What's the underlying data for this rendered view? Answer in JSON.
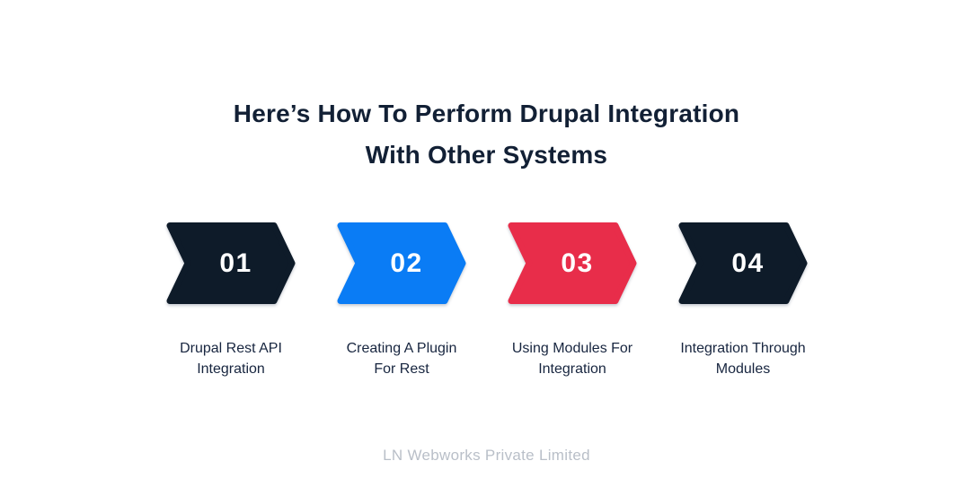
{
  "page": {
    "background_color": "#ffffff"
  },
  "title": {
    "line1": "Here’s How To Perform Drupal Integration",
    "line2": "With Other Systems",
    "color": "#122035"
  },
  "steps": [
    {
      "number": "01",
      "label_line1": "Drupal Rest API",
      "label_line2": "Integration",
      "color": "#0e1b29"
    },
    {
      "number": "02",
      "label_line1": "Creating A Plugin",
      "label_line2": "For Rest",
      "color": "#0a7cf5"
    },
    {
      "number": "03",
      "label_line1": "Using Modules For",
      "label_line2": "Integration",
      "color": "#e82d4a"
    },
    {
      "number": "04",
      "label_line1": "Integration Through",
      "label_line2": "Modules",
      "color": "#0e1b29"
    }
  ],
  "footer": {
    "text": "LN Webworks Private Limited",
    "color": "#b9bfc8"
  }
}
